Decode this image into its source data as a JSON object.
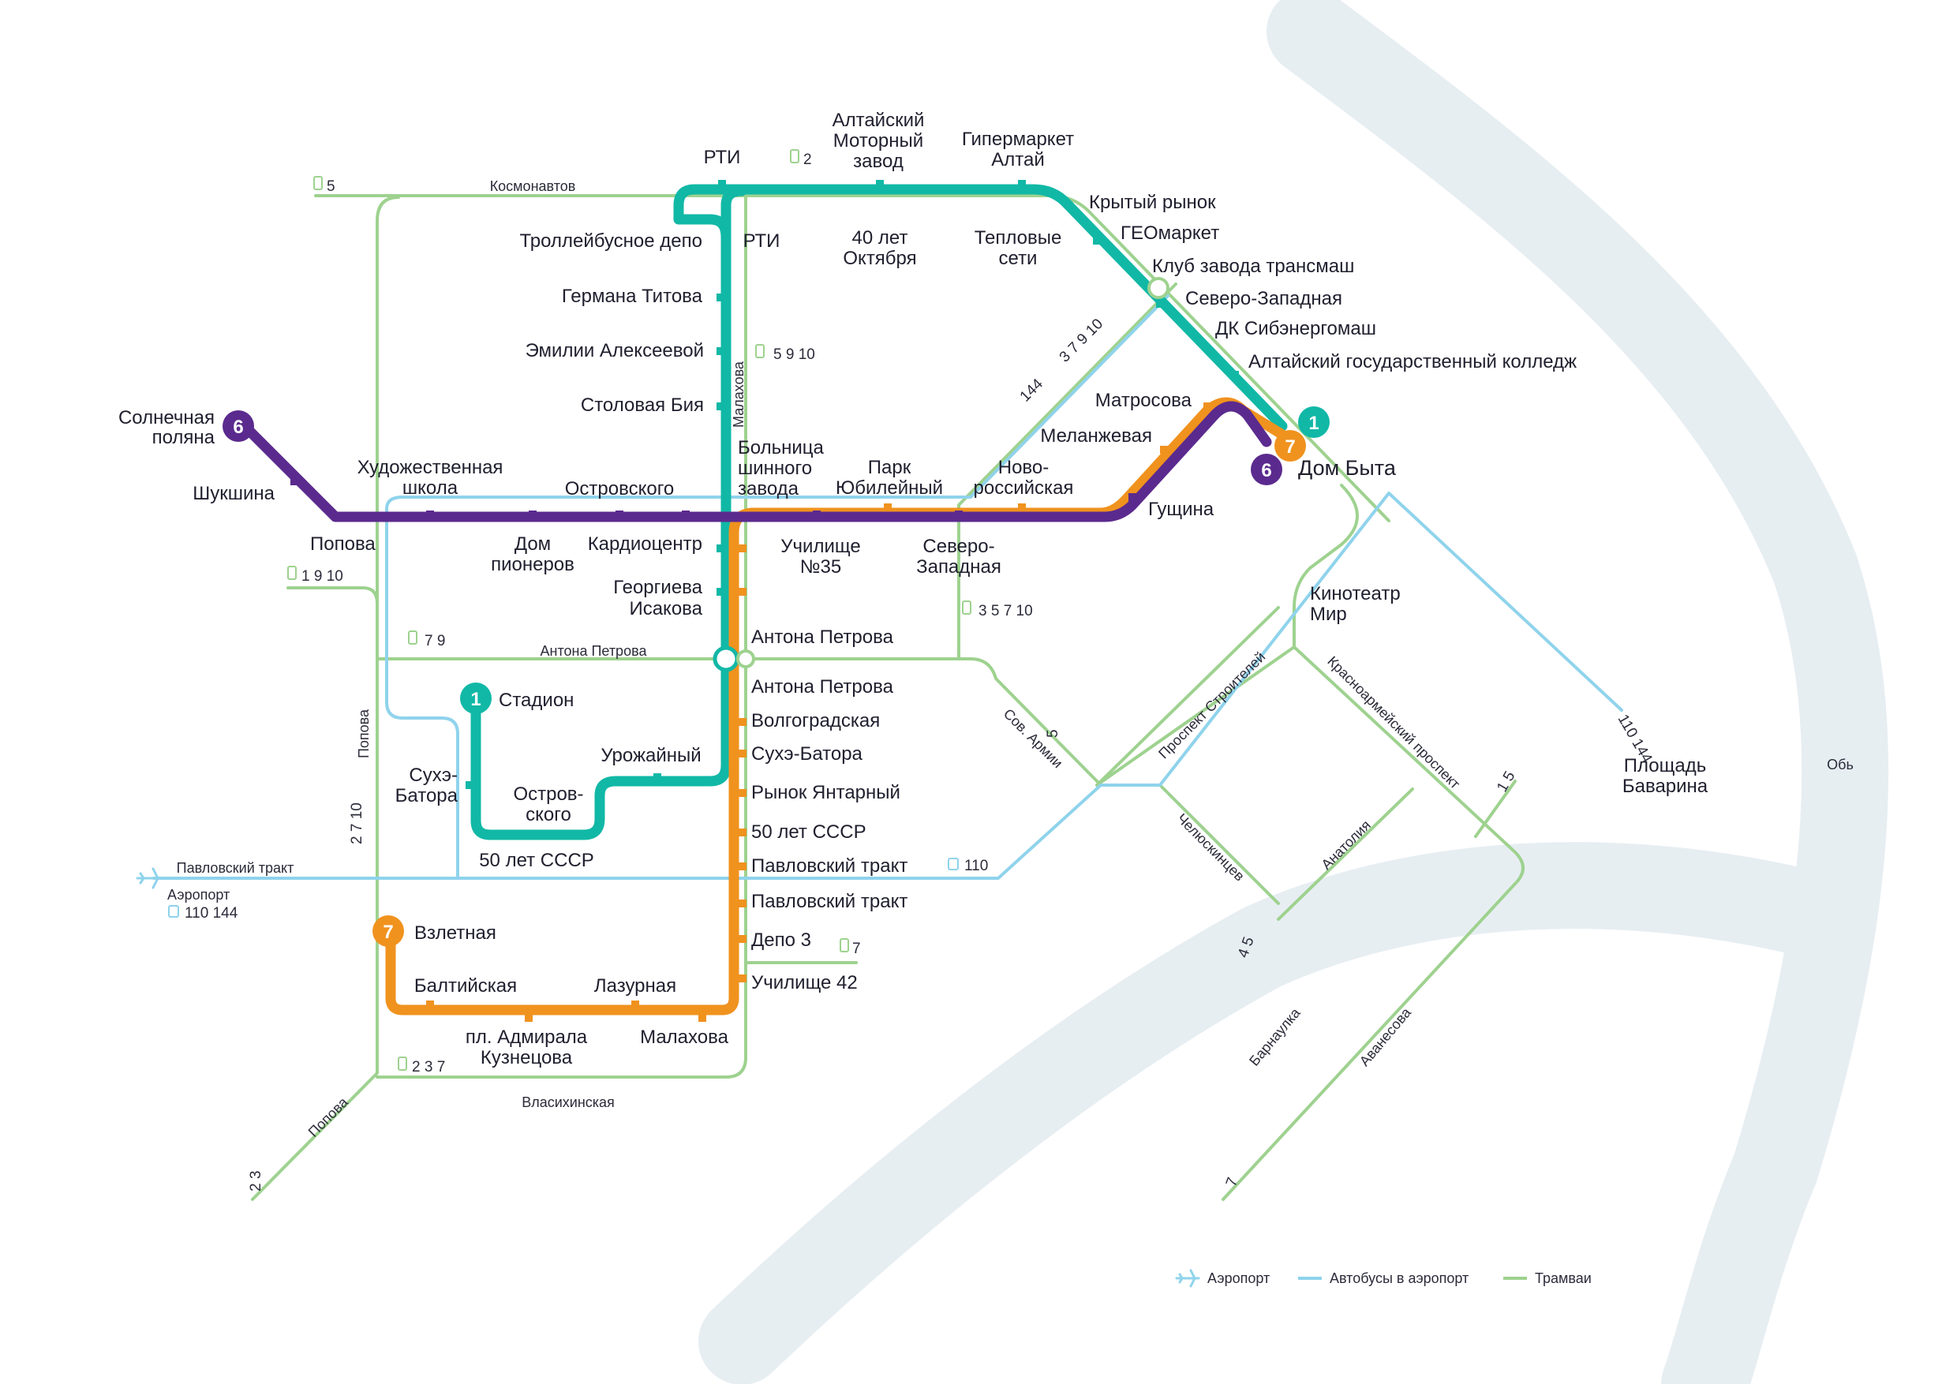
{
  "colors": {
    "line1": "#11b8a6",
    "line6": "#5b2a8e",
    "line7": "#f0921e",
    "tram": "#9ed28f",
    "bus": "#8fd3ec",
    "river": "#e7eef2",
    "text": "#1f1f2e"
  },
  "routes": {
    "r1": {
      "number": "1"
    },
    "r6": {
      "number": "6"
    },
    "r7": {
      "number": "7"
    }
  },
  "stations": {
    "solnechnaya": [
      "Солнечная",
      "поляна"
    ],
    "shukshina": "Шукшина",
    "popova": "Попова",
    "khud": [
      "Художественная",
      "школа"
    ],
    "dom_pionerov": [
      "Дом",
      "пионеров"
    ],
    "ostrovskogo": "Островского",
    "kardiocentr": "Кардиоцентр",
    "georgieva": [
      "Георгиева",
      "Исакова"
    ],
    "rti_top": "РТИ",
    "altaisky": [
      "Алтайский",
      "Моторный",
      "завод"
    ],
    "gipermarket": [
      "Гипермаркет",
      "Алтай"
    ],
    "krytyi": "Крытый рынок",
    "geomarket": "ГЕОмаркет",
    "klub": "Клуб завода трансмаш",
    "severo_top": "Северо-Западная",
    "dk": "ДК Сибэнергомаш",
    "agk": "Алтайский государственный колледж",
    "trolley": "Троллейбусное депо",
    "rti": "РТИ",
    "40let": [
      "40 лет",
      "Октября"
    ],
    "teplo": [
      "Тепловые",
      "сети"
    ],
    "titova": "Германа Титова",
    "emilii": "Эмилии Алексеевой",
    "stolovaya": "Столовая Бия",
    "bolnica": [
      "Больница",
      "шинного",
      "завода"
    ],
    "park": [
      "Парк",
      "Юбилейный"
    ],
    "novoross": [
      "Ново-",
      "российская"
    ],
    "melanzh": "Меланжевая",
    "matrosova": "Матросова",
    "dom_byta": "Дом Быта",
    "gushchina": "Гущина",
    "uchilishe35": [
      "Училище",
      "№35"
    ],
    "severo_mid": [
      "Северо-",
      "Западная"
    ],
    "antona_top": "Антона Петрова",
    "antona_bot": "Антона Петрова",
    "volgograd": "Волгоградская",
    "sukhe_r": "Сухэ-Батора",
    "rynok": "Рынок Янтарный",
    "50let_r": "50 лет СССР",
    "pavl1": "Павловский тракт",
    "pavl2": "Павловский тракт",
    "depo3": "Депо 3",
    "uchilishe42": "Училище 42",
    "stadion": "Стадион",
    "sukhe_l": [
      "Сухэ-",
      "Батора"
    ],
    "urozhainy": "Урожайный",
    "ostrov2": [
      "Остров-",
      "ского"
    ],
    "50let_l": "50 лет СССР",
    "vzletnaya": "Взлетная",
    "baltiyskaya": "Балтийская",
    "lazurnaya": "Лазурная",
    "admirala": [
      "пл. Адмирала",
      "Кузнецова"
    ],
    "malakhova": "Малахова",
    "kinoteatr": [
      "Кинотеатр",
      "Мир"
    ],
    "baravina": [
      "Площадь",
      "Баварина"
    ]
  },
  "streets": {
    "kosmonavtov": "Космонавтов",
    "malakhova": "Малахова",
    "antona": "Антона Петрова",
    "popova1": "Попова",
    "popova2": "Попова",
    "pavlovsky": "Павловский тракт",
    "vlasikhinskaya": "Власихинская",
    "sov_armii": "Сов. Армии",
    "prospekt": "Проспект Строителей",
    "chelyuskincev": "Челюскинцев",
    "anatoliya": "Анатолия",
    "krasnoarm": "Красноармейский проспект",
    "barnaulka": "Барнаулка",
    "avanesova": "Аванесова",
    "ob": "Обь",
    "aeroport": "Аэропорт"
  },
  "transit_numbers": {
    "t5_top": "5",
    "t2": "2",
    "t5910": "5 9 10",
    "b144": "144",
    "t37910": "3 7 9 10",
    "t1910": "1 9 10",
    "t79": "7 9",
    "t35710": "3 5 7 10",
    "t5_sov": "5",
    "t2710": "2 7 10",
    "b110_mid": "110",
    "b110144_air": "110 144",
    "t7_depo": "7",
    "t237": "2 3 7",
    "t23": "2 3",
    "t15": "1 5",
    "t45": "4 5",
    "b110144_right": "110 144",
    "t7_bottom": "7"
  },
  "legend": [
    {
      "label": "Аэропорт",
      "icon": "airplane-icon"
    },
    {
      "label": "Автобусы в аэропорт",
      "icon": "bus-line"
    },
    {
      "label": "Трамваи",
      "icon": "tram-line"
    }
  ]
}
